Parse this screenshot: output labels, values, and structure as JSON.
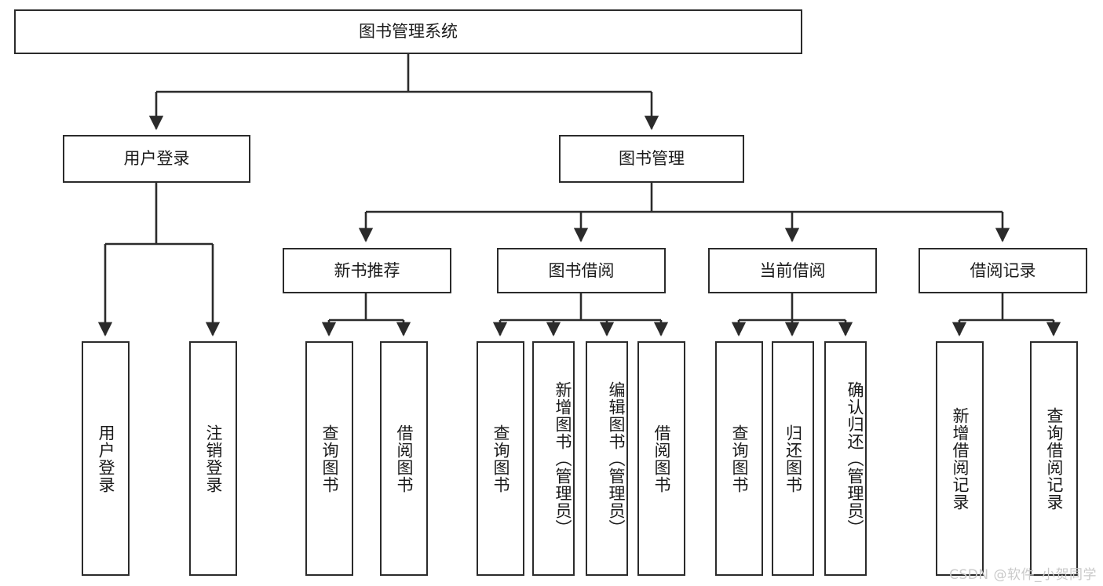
{
  "diagram": {
    "type": "tree",
    "title": "图书管理系统",
    "watermark": "CSDN @软件_小贺同学",
    "colors": {
      "stroke": "#2b2b2b",
      "fill": "#ffffff",
      "text": "#1a1a1a",
      "watermark": "#c9c9c9"
    },
    "levels": {
      "root": {
        "label": "图书管理系统"
      },
      "level2": [
        {
          "id": "user-login",
          "label": "用户登录"
        },
        {
          "id": "book-manage",
          "label": "图书管理"
        }
      ],
      "level3": [
        {
          "id": "new-book-rec",
          "label": "新书推荐"
        },
        {
          "id": "book-borrow",
          "label": "图书借阅"
        },
        {
          "id": "current-borrow",
          "label": "当前借阅"
        },
        {
          "id": "borrow-record",
          "label": "借阅记录"
        }
      ],
      "leaves": [
        {
          "id": "leaf-user-login",
          "label": "用户登录",
          "parent": "user-login"
        },
        {
          "id": "leaf-logout",
          "label": "注销登录",
          "parent": "user-login"
        },
        {
          "id": "leaf-query-book-1",
          "label": "查询图书",
          "parent": "new-book-rec"
        },
        {
          "id": "leaf-borrow-book-1",
          "label": "借阅图书",
          "parent": "new-book-rec"
        },
        {
          "id": "leaf-query-book-2",
          "label": "查询图书",
          "parent": "book-borrow"
        },
        {
          "id": "leaf-add-book",
          "label": "新增图书（管理员）",
          "parent": "book-borrow"
        },
        {
          "id": "leaf-edit-book",
          "label": "编辑图书（管理员）",
          "parent": "book-borrow"
        },
        {
          "id": "leaf-borrow-book-2",
          "label": "借阅图书",
          "parent": "book-borrow"
        },
        {
          "id": "leaf-query-book-3",
          "label": "查询图书",
          "parent": "current-borrow"
        },
        {
          "id": "leaf-return-book",
          "label": "归还图书",
          "parent": "current-borrow"
        },
        {
          "id": "leaf-confirm-return",
          "label": "确认归还（管理员）",
          "parent": "current-borrow"
        },
        {
          "id": "leaf-add-record",
          "label": "新增借阅记录",
          "parent": "borrow-record"
        },
        {
          "id": "leaf-query-record",
          "label": "查询借阅记录",
          "parent": "borrow-record"
        }
      ]
    }
  }
}
